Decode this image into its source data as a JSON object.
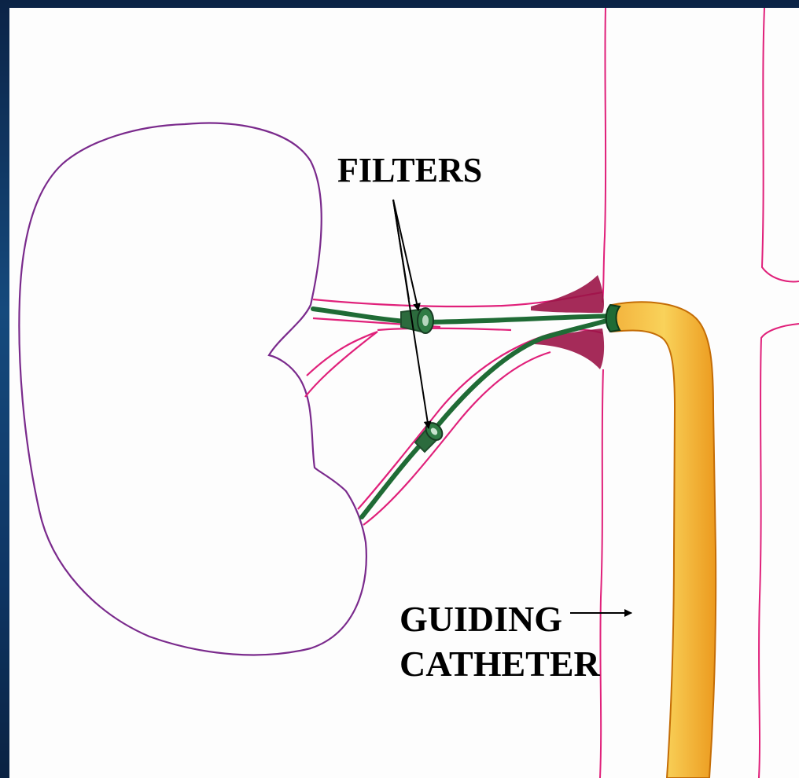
{
  "diagram": {
    "labels": {
      "filters": "FILTERS",
      "guiding": "GUIDING",
      "catheter": "CATHETER"
    },
    "colors": {
      "frame": "#0d2a4e",
      "paper": "#fdfdfd",
      "kidney_outline": "#7a2a8c",
      "vessel_wall": "#e0207a",
      "guidewire": "#1f6b35",
      "catheter": "#f5a623",
      "arrows": "#000000"
    }
  }
}
